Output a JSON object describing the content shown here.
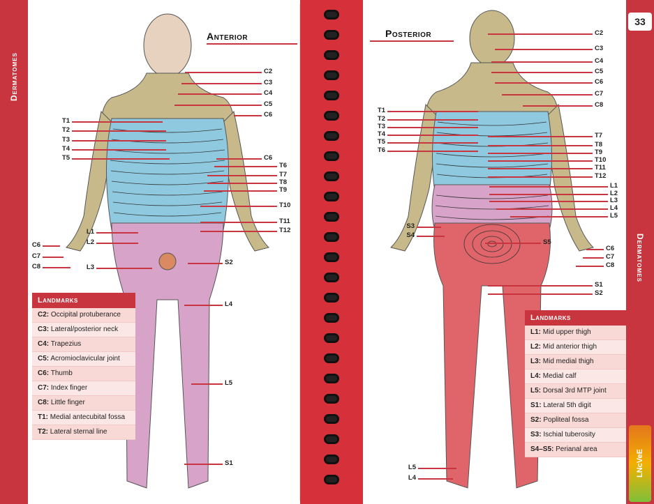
{
  "page": {
    "number": "33",
    "side_label": "Dermatomes",
    "tab_label": "LNcVeE"
  },
  "anterior": {
    "heading": "Anterior",
    "labels_right": [
      "C2",
      "C3",
      "C4",
      "C5",
      "C6",
      "C6",
      "T6",
      "T7",
      "T8",
      "T9",
      "T10",
      "T11",
      "T12",
      "S2",
      "L4",
      "L5",
      "S1"
    ],
    "labels_left": [
      "T1",
      "T2",
      "T3",
      "T4",
      "T5",
      "L1",
      "L2",
      "L3",
      "C6",
      "C7",
      "C8"
    ]
  },
  "posterior": {
    "heading": "Posterior",
    "labels_right": [
      "C2",
      "C3",
      "C4",
      "C5",
      "C6",
      "C7",
      "C8",
      "T7",
      "T8",
      "T9",
      "T10",
      "T11",
      "T12",
      "L1",
      "L2",
      "L3",
      "L4",
      "L5",
      "S5",
      "C6",
      "C7",
      "C8",
      "S1",
      "S2"
    ],
    "labels_left": [
      "T1",
      "T2",
      "T3",
      "T4",
      "T5",
      "T6",
      "S3",
      "S4",
      "L5",
      "L4"
    ]
  },
  "landmarks_left": {
    "title": "Landmarks",
    "rows": [
      {
        "key": "C2:",
        "text": "Occipital protuberance"
      },
      {
        "key": "C3:",
        "text": "Lateral/posterior neck"
      },
      {
        "key": "C4:",
        "text": "Trapezius"
      },
      {
        "key": "C5:",
        "text": "Acromioclavicular joint"
      },
      {
        "key": "C6:",
        "text": "Thumb"
      },
      {
        "key": "C7:",
        "text": "Index finger"
      },
      {
        "key": "C8:",
        "text": "Little finger"
      },
      {
        "key": "T1:",
        "text": "Medial antecubital fossa"
      },
      {
        "key": "T2:",
        "text": "Lateral sternal line"
      }
    ]
  },
  "landmarks_right": {
    "title": "Landmarks",
    "rows": [
      {
        "key": "L1:",
        "text": "Mid upper thigh"
      },
      {
        "key": "L2:",
        "text": "Mid anterior thigh"
      },
      {
        "key": "L3:",
        "text": "Mid medial thigh"
      },
      {
        "key": "L4:",
        "text": "Medial calf"
      },
      {
        "key": "L5:",
        "text": "Dorsal 3rd MTP joint"
      },
      {
        "key": "S1:",
        "text": "Lateral 5th digit"
      },
      {
        "key": "S2:",
        "text": "Popliteal fossa"
      },
      {
        "key": "S3:",
        "text": "Ischial tuberosity"
      },
      {
        "key": "S4–S5:",
        "text": "Perianal area"
      }
    ]
  },
  "colors": {
    "spine": "#c9353f",
    "cervical": "#c7b98a",
    "thoracic": "#8fc9e0",
    "lumbar": "#d7a3c9",
    "sacral": "#e0656b",
    "leader": "#c9353f"
  }
}
